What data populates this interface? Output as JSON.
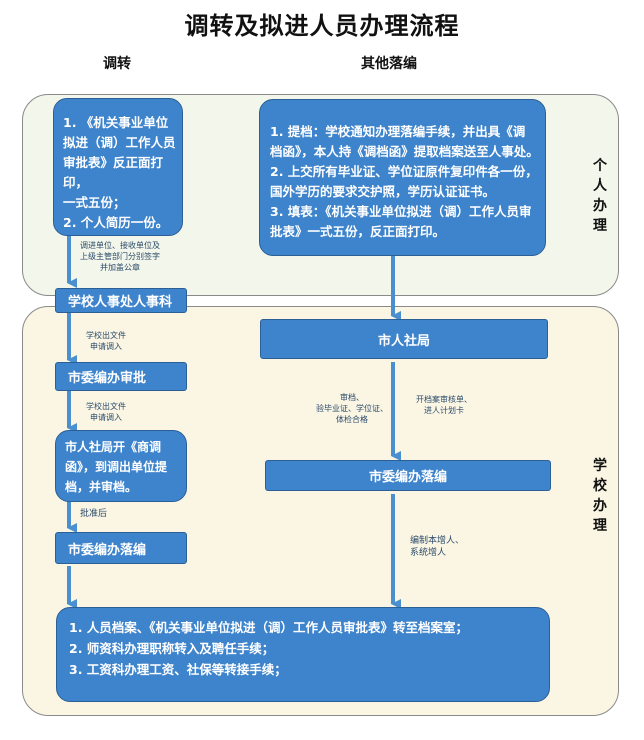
{
  "title": "调转及拟进人员办理流程",
  "columns": {
    "left": "调转",
    "right": "其他落编"
  },
  "zones": {
    "personal": [
      "个",
      "人",
      "办",
      "理"
    ],
    "school": [
      "学",
      "校",
      "办",
      "理"
    ]
  },
  "left_top_box": [
    "1. 《机关事业单位",
    "拟进（调）工作人员",
    "审批表》反正面打印，",
    "一式五份；",
    "2. 个人简历一份。"
  ],
  "right_top_box": [
    "1. 提档：学校通知办理落编手续，并出具《调",
    "档函》，本人持《调档函》提取档案送至人事处。",
    "2. 上交所有毕业证、学位证原件复印件各一份，",
    "国外学历的要求交护照，学历认证证书。",
    "3. 填表：《机关事业单位拟进（调）工作人员审",
    "批表》一式五份，反正面打印。"
  ],
  "left_labels": {
    "l1": [
      "调进单位、接收单位及",
      "上级主管部门分别签字",
      "并加盖公章"
    ],
    "l2": [
      "学校出文件",
      "申请调入"
    ],
    "l3": [
      "学校出文件",
      "申请调入"
    ],
    "l4": "批准后"
  },
  "left_boxes": {
    "hr": "学校人事处人事科",
    "approve": "市委编办审批",
    "letter": [
      "市人社局开《商调",
      "函》，到调出单位提",
      "档，并审档。"
    ],
    "quota": "市委编办落编"
  },
  "right_boxes": {
    "bureau": "市人社局",
    "quota": "市委编办落编"
  },
  "right_labels": {
    "r1": [
      "审档、",
      "验毕业证、学位证、",
      "体检合格"
    ],
    "r2": [
      "开档案审核单、",
      "进人计划卡"
    ],
    "r3": [
      "编制本增人、",
      "系统增人"
    ]
  },
  "bottom_box": [
    "1. 人员档案、《机关事业单位拟进（调）工作人员审批表》转至档案室；",
    "2. 师资科办理职称转入及聘任手续；",
    "3. 工资科办理工资、社保等转接手续；"
  ],
  "colors": {
    "box": "#3e84cc",
    "arrow": "#4a8fd0"
  }
}
